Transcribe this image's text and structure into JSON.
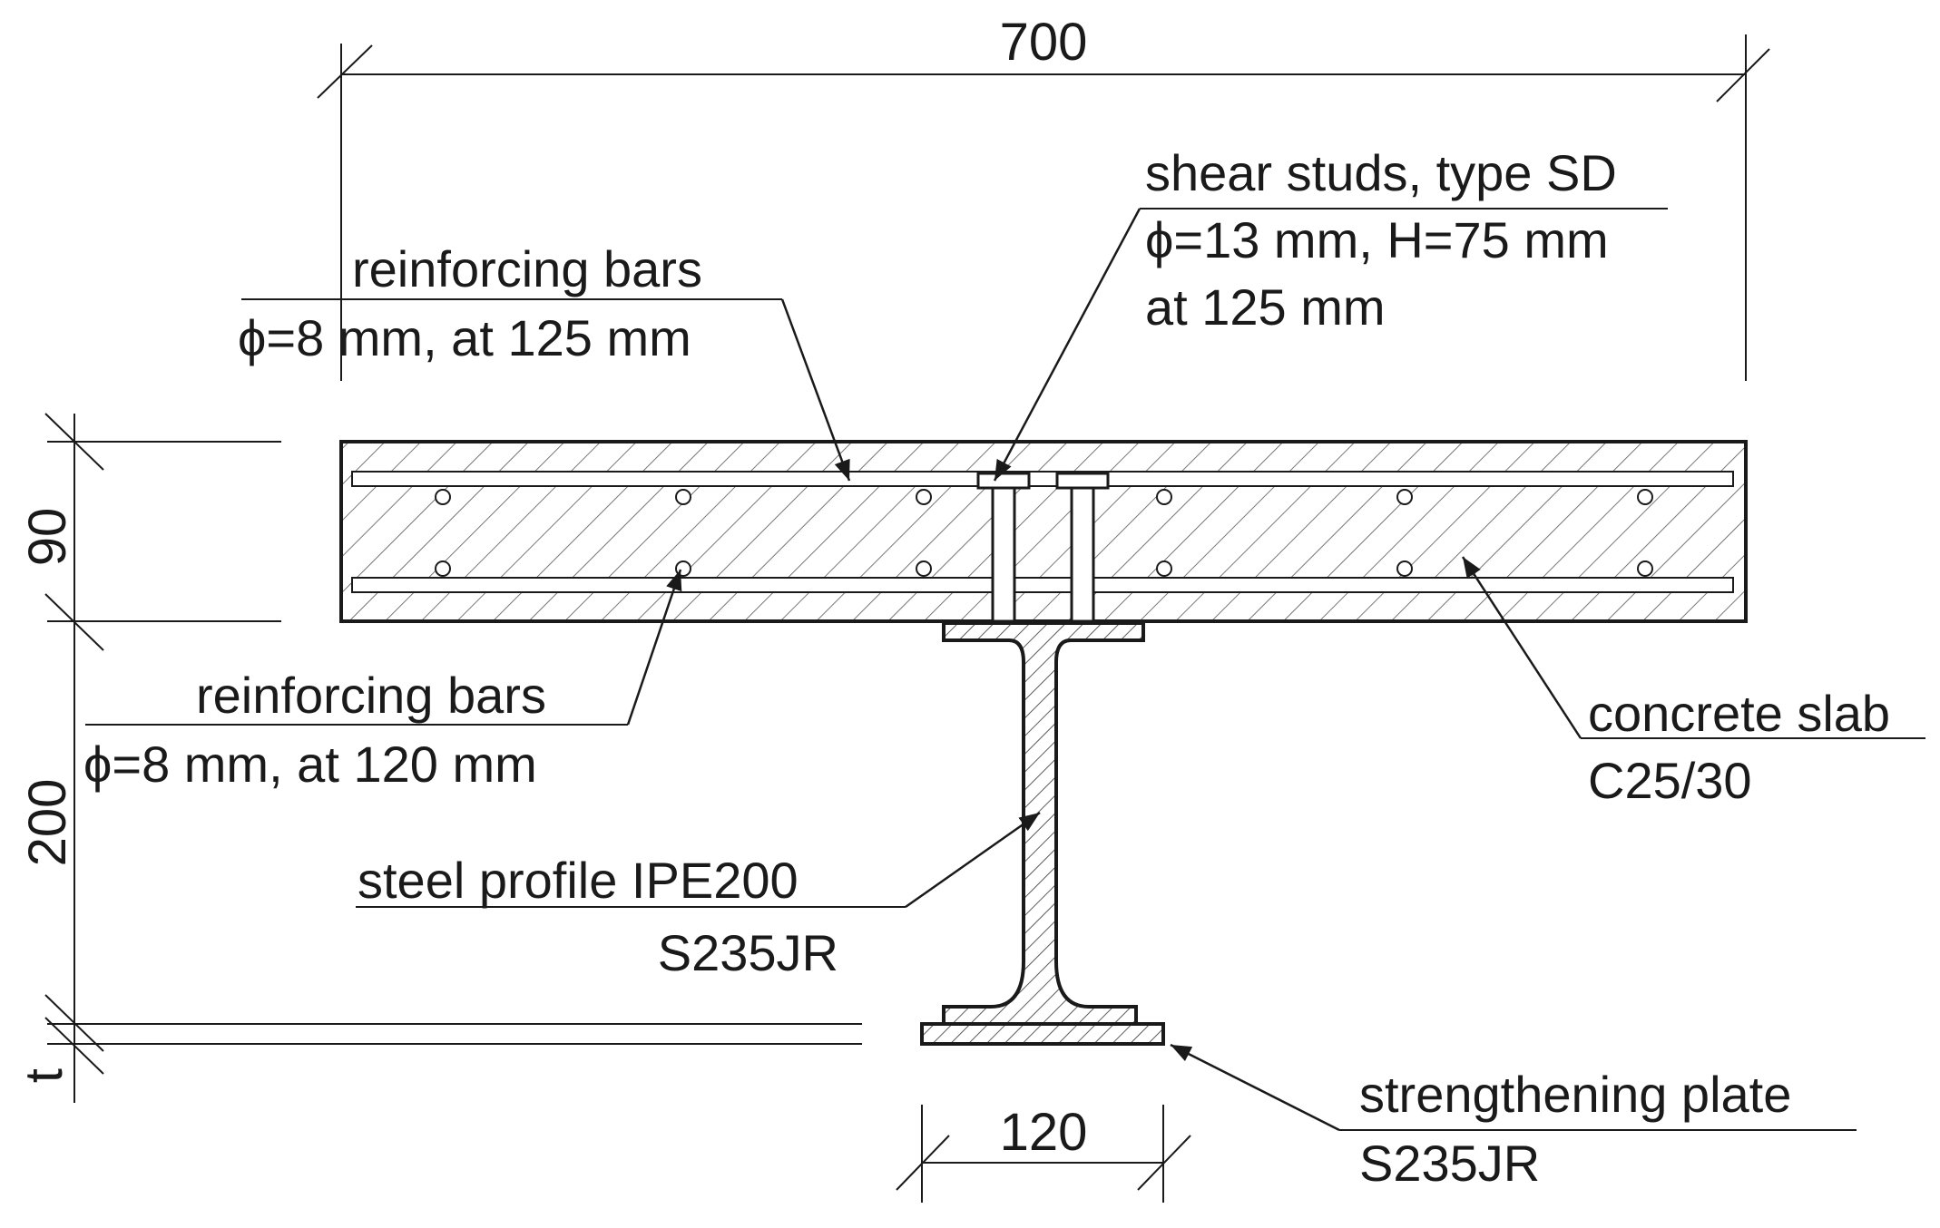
{
  "dimensions": {
    "slab_width": "700",
    "slab_depth": "90",
    "profile_depth": "200",
    "plate_thickness": "t",
    "plate_width": "120"
  },
  "labels": {
    "rebar_top_line1": "reinforcing bars",
    "rebar_top_line2": "ϕ=8 mm, at 125 mm",
    "studs_line1": "shear studs, type SD",
    "studs_line2": "ϕ=13 mm, H=75 mm",
    "studs_line3": "at 125 mm",
    "rebar_bottom_line1": "reinforcing bars",
    "rebar_bottom_line2": "ϕ=8 mm, at 120 mm",
    "concrete_line1": "concrete slab",
    "concrete_line2": "C25/30",
    "profile_line1": "steel profile IPE200",
    "profile_line2": "S235JR",
    "plate_line1": "strengthening plate",
    "plate_line2": "S235JR"
  },
  "colors": {
    "line": "#1a1a1a",
    "background": "#ffffff"
  }
}
